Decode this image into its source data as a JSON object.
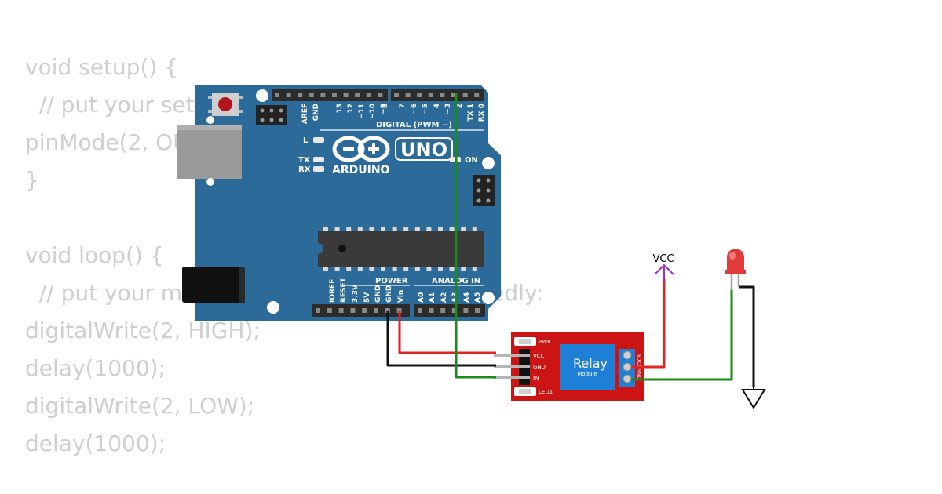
{
  "code": {
    "lines": [
      "void setup() {",
      "  // put your setup code here, to run once:",
      "pinMode(2, OUTPUT);",
      "}",
      "",
      "void loop() {",
      "  // put your main code here, to run repeatedly:",
      "digitalWrite(2, HIGH);",
      "delay(1000);",
      "digitalWrite(2, LOW);",
      "delay(1000);"
    ]
  },
  "arduino": {
    "brand": "ARDUINO",
    "model": "UNO",
    "digital_header": "DIGITAL (PWM ~)",
    "top_pins": [
      "AREF",
      "GND",
      "13",
      "12",
      "~11",
      "~10",
      "~9",
      "8",
      "7",
      "~6",
      "~5",
      "4",
      "~3",
      "2",
      "TX 1",
      "RX 0"
    ],
    "bottom_pins": [
      "IOREF",
      "RESET",
      "3.3V",
      "5V",
      "GND",
      "GND",
      "Vin",
      "A0",
      "A1",
      "A2",
      "A3",
      "A4",
      "A5"
    ],
    "power_label": "POWER",
    "analog_label": "ANALOG IN",
    "led_l": "L",
    "led_tx": "TX",
    "led_rx": "RX",
    "led_on": "ON",
    "color": "#2b6a99"
  },
  "relay": {
    "title": "Relay",
    "subtitle": "Module",
    "pins": [
      "VCC",
      "GND",
      "IN"
    ],
    "pwr_label": "PWR",
    "led_label": "LED1",
    "terminal_labels": [
      "NO",
      "COM",
      "NC"
    ],
    "color": "#cc1414"
  },
  "vcc_label": "VCC",
  "wire_colors": {
    "red": "#e02424",
    "black": "#111111",
    "green": "#1a8a1a",
    "vcc": "#9b30c8"
  }
}
